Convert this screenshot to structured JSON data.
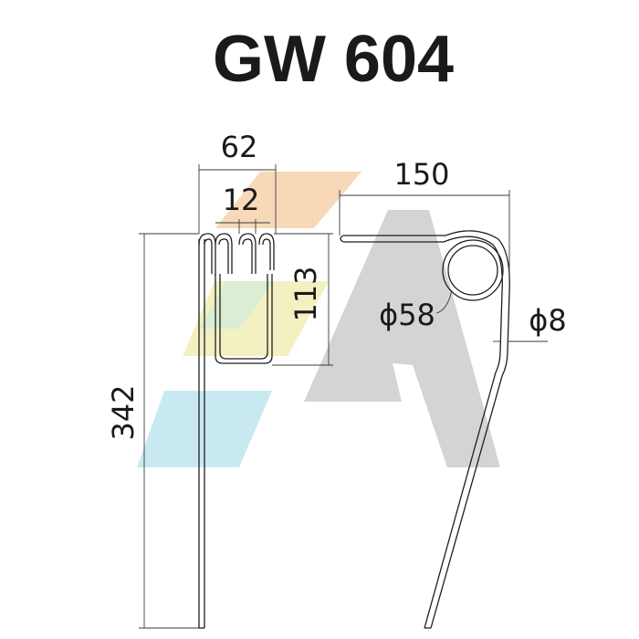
{
  "title": "GW 604",
  "dimensions": {
    "width_overall": "62",
    "coil_pitch": "12",
    "coil_height": "113",
    "total_height": "342",
    "side_reach": "150",
    "coil_diameter": "ϕ58",
    "wire_diameter": "ϕ8"
  },
  "colors": {
    "watermark_grey": "#d4d4d4",
    "watermark_orange": "#f7d9b8",
    "watermark_yellow": "#f3f0c2",
    "watermark_green": "#d4ecd6",
    "watermark_blue": "#c9e9f2",
    "line": "#1f1f1f"
  }
}
